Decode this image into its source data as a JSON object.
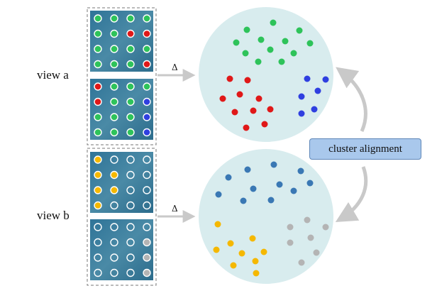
{
  "labels": {
    "view_a": "view a",
    "view_b": "view b",
    "delta_a": "Δ",
    "delta_b": "Δ",
    "alignment": "cluster alignment"
  },
  "colors": {
    "green": "#2ec35a",
    "red": "#e01818",
    "blue": "#2f3fe0",
    "yellow": "#f5b800",
    "steel": "#3a78b4",
    "gray": "#b4b4b4",
    "patch_bg": "#3f7fa0",
    "circle_bg": "#d8ecee",
    "arrow": "#c9c9c9"
  },
  "patch_grids": {
    "view_a_top": [
      [
        "green",
        "green",
        "green",
        "green"
      ],
      [
        "green",
        "green",
        "red",
        "red"
      ],
      [
        "green",
        "green",
        "green",
        "green"
      ],
      [
        "green",
        "green",
        "green",
        "red"
      ]
    ],
    "view_a_bottom": [
      [
        "red",
        "green",
        "green",
        "green"
      ],
      [
        "red",
        "green",
        "green",
        "blue"
      ],
      [
        "green",
        "green",
        "green",
        "blue"
      ],
      [
        "green",
        "green",
        "green",
        "blue"
      ]
    ],
    "view_b_top": [
      [
        "yellow",
        "white",
        "white",
        "white"
      ],
      [
        "yellow",
        "yellow",
        "white",
        "white"
      ],
      [
        "yellow",
        "yellow",
        "white",
        "white"
      ],
      [
        "yellow",
        "white",
        "white",
        "white"
      ]
    ],
    "view_b_bottom": [
      [
        "white",
        "white",
        "white",
        "white"
      ],
      [
        "white",
        "white",
        "white",
        "gray"
      ],
      [
        "white",
        "white",
        "white",
        "gray"
      ],
      [
        "white",
        "white",
        "white",
        "gray"
      ]
    ]
  }
}
